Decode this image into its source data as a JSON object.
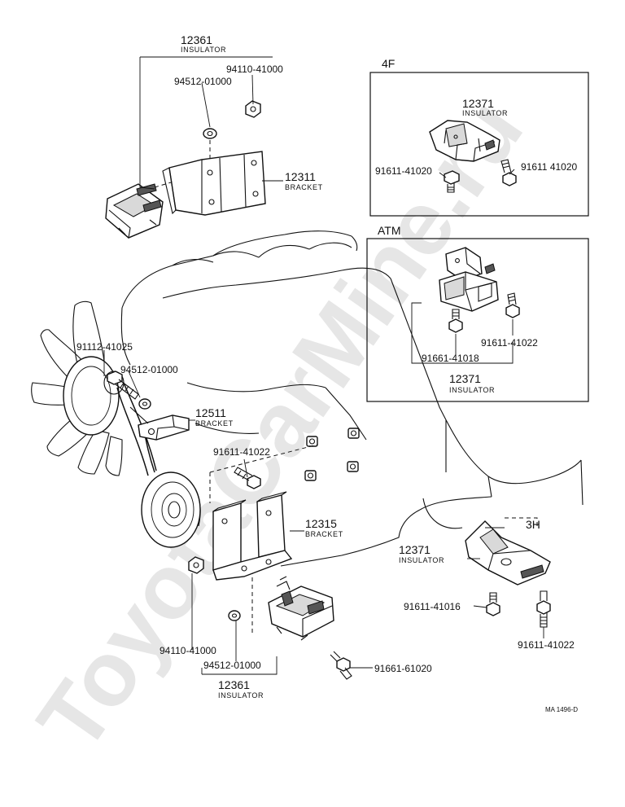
{
  "watermark": "ToyotaCarMine.ru",
  "figure_ref": "MA 1496-D",
  "groups": {
    "fourf": "4F",
    "atm": "ATM",
    "threeh": "3H"
  },
  "callouts": {
    "top_insulator_number": "12361",
    "top_insulator_name": "INSULATOR",
    "top_nut": "94110-41000",
    "top_washer": "94512-01000",
    "top_bracket_number": "12311",
    "top_bracket_name": "BRACKET",
    "fourf_insulator_number": "12371",
    "fourf_insulator_name": "INSULATOR",
    "fourf_bolt_left": "91611-41020",
    "fourf_bolt_right": "91611 41020",
    "atm_bolt_right": "91611-41022",
    "atm_bolt_left": "91661-41018",
    "atm_insulator_number": "12371",
    "atm_insulator_name": "INSULATOR",
    "fan_bolt": "91112-41025",
    "fan_washer": "94512-01000",
    "fan_bracket_number": "12511",
    "fan_bracket_name": "BRACKET",
    "mid_bolt": "91611-41022",
    "mid_bracket_number": "12315",
    "mid_bracket_name": "BRACKET",
    "threeh_insulator_number": "12371",
    "threeh_insulator_name": "INSULATOR",
    "threeh_bolt_left": "91611-41016",
    "threeh_bolt_right": "91611-41022",
    "bottom_nut": "94110-41000",
    "bottom_washer": "94512-01000",
    "bottom_insulator_number": "12361",
    "bottom_insulator_name": "INSULATOR",
    "bottom_bolt": "91661-61020"
  }
}
